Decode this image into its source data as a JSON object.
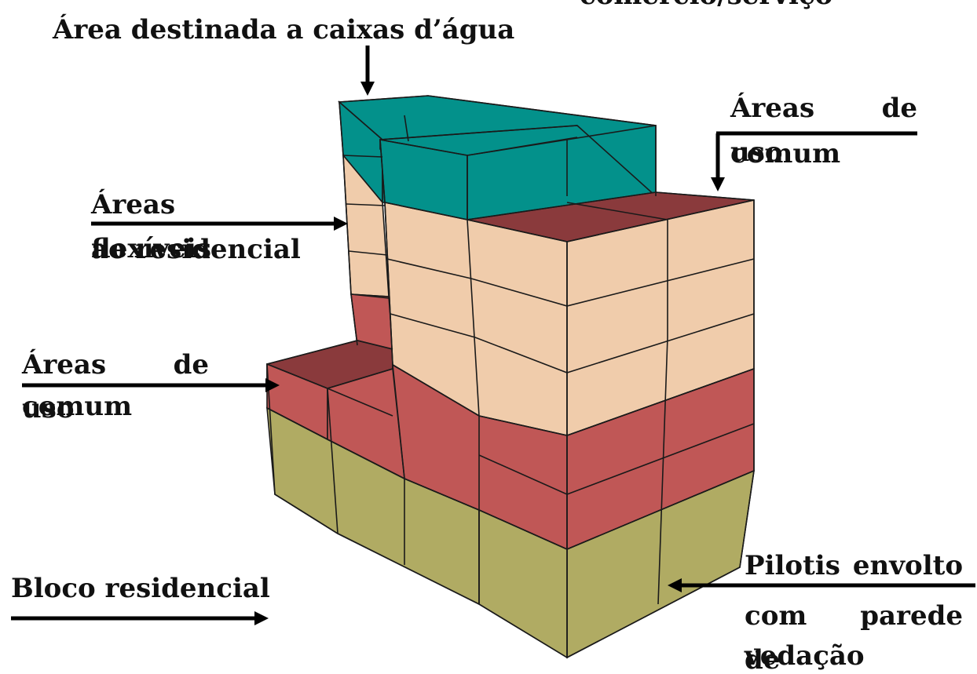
{
  "labels": {
    "top_cut": "comércio/serviço",
    "water_tanks": "Área destinada a caixas d’água",
    "common_right_1": "Áreas de uso",
    "common_right_2": "comum",
    "flexible_1": "Áreas flexíveis",
    "flexible_2": "ao residencial",
    "common_left_1": "Áreas de uso",
    "common_left_2": "comum",
    "residential_block": "Bloco residencial",
    "pilotis_1": "Pilotis envolto",
    "pilotis_2": "com parede de",
    "pilotis_3": "vedação"
  },
  "colors": {
    "water_tanks": "#03918b",
    "flexible": "#f0ccab",
    "common": "#8a3a3c",
    "lower_floors": "#c05756",
    "pilotis": "#b0ab63",
    "edge": "#1a1a1a"
  }
}
